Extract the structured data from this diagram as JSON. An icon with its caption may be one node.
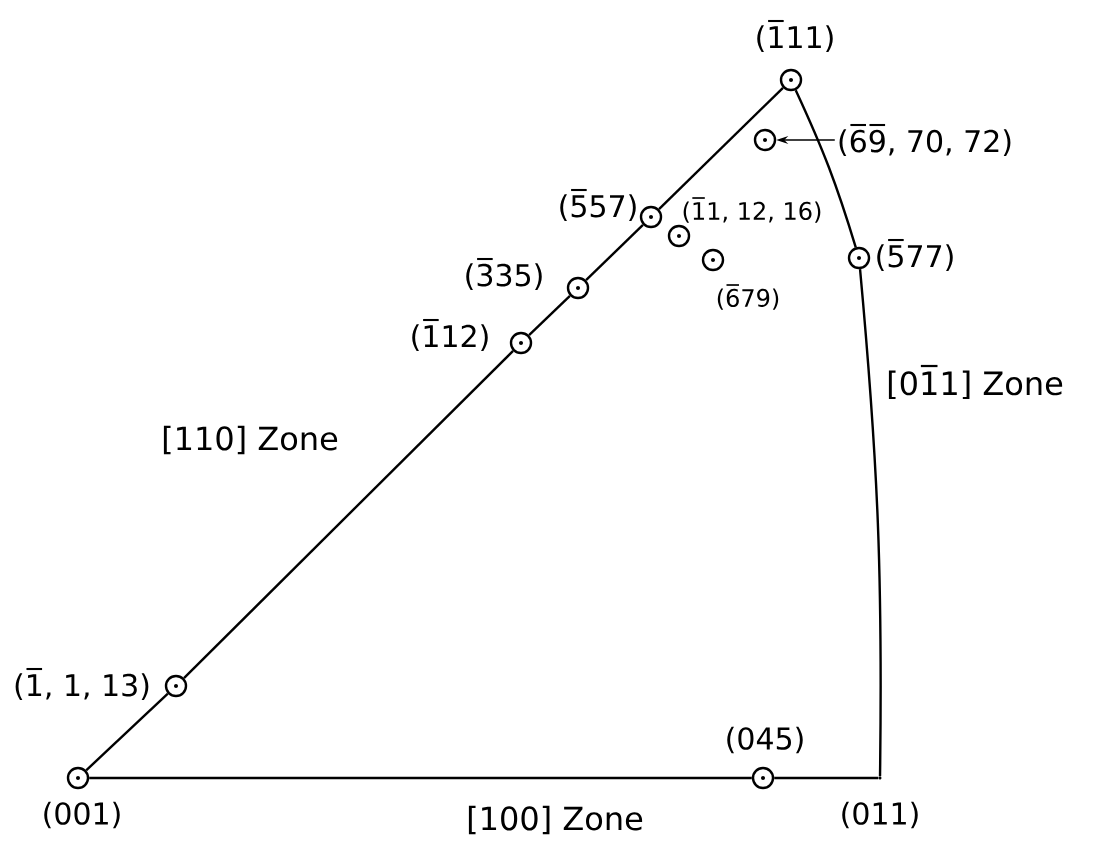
{
  "diagram": {
    "nodes": [
      {
        "text": [],
        "shape": "circle",
        "beside": [
          "(001)"
        ]
      },
      {
        "text": [],
        "shape": "circle",
        "beside": [
          "(1̅, 1, 13)"
        ]
      },
      {
        "text": [],
        "shape": "circle",
        "beside": [
          "(1̅12)"
        ]
      },
      {
        "text": [],
        "shape": "circle",
        "beside": [
          "(3̅35)"
        ]
      },
      {
        "text": [],
        "shape": "circle",
        "beside": [
          "(5̅57)"
        ]
      },
      {
        "text": [],
        "shape": "circle",
        "beside": [
          "(1̅11)"
        ]
      },
      {
        "text": [],
        "shape": "circle",
        "beside": [
          "(1̅1, 12, 16)"
        ]
      },
      {
        "text": [],
        "shape": "circle",
        "beside": [
          "(6̅79)"
        ]
      },
      {
        "text": [],
        "shape": "circle"
      },
      {
        "text": [
          "(6̅9̅, 70, 72)"
        ]
      },
      {
        "text": [],
        "shape": "circle",
        "beside": [
          "(5̅77)"
        ]
      },
      {
        "text": [],
        "shape": "point",
        "beside": [
          "(011)"
        ]
      },
      {
        "text": [],
        "shape": "circle",
        "beside": [
          "(045)"
        ]
      }
    ],
    "edges": [
      {
        "from": 0,
        "to": 1,
        "arrow": "none"
      },
      {
        "from": 1,
        "to": 2,
        "arrow": "none"
      },
      {
        "from": 2,
        "to": 3,
        "arrow": "none"
      },
      {
        "from": 3,
        "to": 4,
        "arrow": "none"
      },
      {
        "from": 4,
        "to": 5,
        "arrow": "none"
      },
      {
        "from": 5,
        "to": 10,
        "arrow": "none"
      },
      {
        "from": 10,
        "to": 11,
        "arrow": "none"
      },
      {
        "from": 11,
        "to": 12,
        "arrow": "none"
      },
      {
        "from": 12,
        "to": 0,
        "arrow": "none"
      },
      {
        "from": 9,
        "to": 8,
        "arrow": "to"
      }
    ],
    "labels": [
      "[110] Zone",
      "[01̅1] Zone",
      "[100] Zone"
    ]
  }
}
